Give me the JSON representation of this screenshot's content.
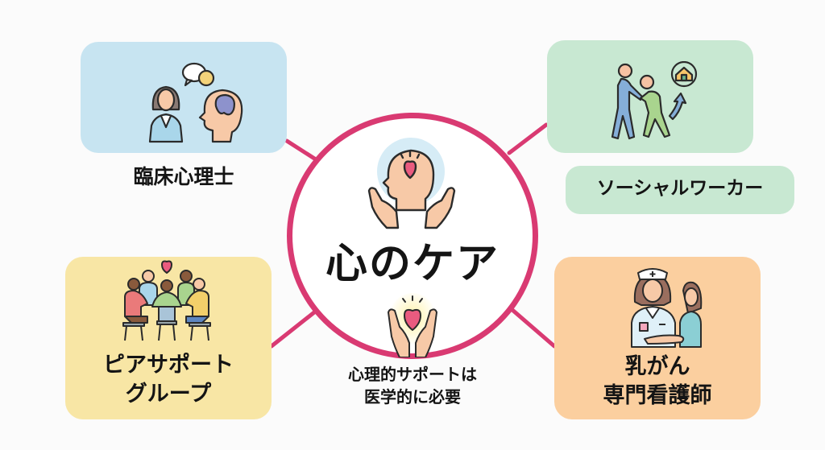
{
  "center": {
    "title": "心のケア",
    "icon": "head-heart-in-hands-icon"
  },
  "nodes": [
    {
      "id": "clinical-psychologist",
      "label": "臨床心理士",
      "icon": "counseling-session-icon",
      "color": "#c7e4f1"
    },
    {
      "id": "social-worker",
      "label": "ソーシャルワーカー",
      "icon": "helping-hand-home-icon",
      "color": "#c8e8d2"
    },
    {
      "id": "peer-support",
      "label_line1": "ピアサポート",
      "label_line2": "グループ",
      "icon": "support-circle-group-icon",
      "color": "#f8e6a5"
    },
    {
      "id": "psych-support",
      "label_line1": "心理的サポートは",
      "label_line2": "医学的に必要",
      "icon": "hands-holding-heart-icon",
      "color": "#f5d3de"
    },
    {
      "id": "breast-cancer-nurse",
      "label_line1": "乳がん",
      "label_line2": "専門看護師",
      "icon": "nurse-with-patient-icon",
      "color": "#fbcf9f"
    }
  ],
  "colors": {
    "accent": "#d93a72",
    "background": "#fbfbfb"
  }
}
